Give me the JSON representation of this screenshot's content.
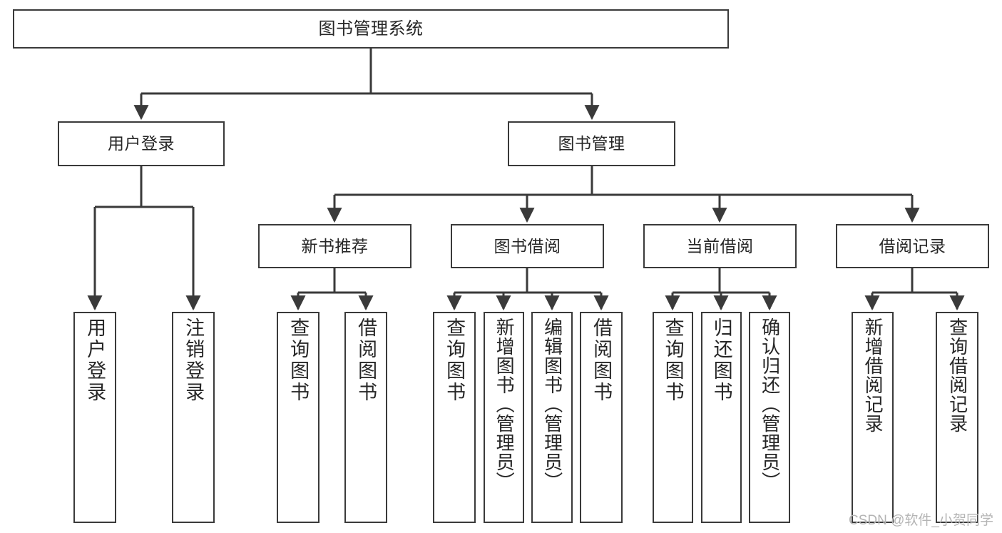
{
  "diagram": {
    "title": "图书管理系统",
    "type": "tree-hierarchy-diagram",
    "watermark": "CSDN @软件_小贺同学",
    "colors": {
      "box_border": "#3a3a3a",
      "box_fill": "#ffffff",
      "edge": "#3a3a3a",
      "text": "#262626",
      "watermark": "#b4b4b4",
      "background": "#ffffff"
    },
    "nodes": {
      "root": {
        "label": "图书管理系统"
      },
      "level2": [
        {
          "label": "用户登录"
        },
        {
          "label": "图书管理"
        }
      ],
      "level3": [
        {
          "label": "新书推荐"
        },
        {
          "label": "图书借阅"
        },
        {
          "label": "当前借阅"
        },
        {
          "label": "借阅记录"
        }
      ],
      "leaves": {
        "user_login": [
          {
            "label": "用户登录"
          },
          {
            "label": "注销登录"
          }
        ],
        "new_book_recommend": [
          {
            "label": "查询图书"
          },
          {
            "label": "借阅图书"
          }
        ],
        "book_borrow": [
          {
            "label": "查询图书"
          },
          {
            "label": "新增图书（管理员）"
          },
          {
            "label": "编辑图书（管理员）"
          },
          {
            "label": "借阅图书"
          }
        ],
        "current_borrow": [
          {
            "label": "查询图书"
          },
          {
            "label": "归还图书"
          },
          {
            "label": "确认归还（管理员）"
          }
        ],
        "borrow_record": [
          {
            "label": "新增借阅记录"
          },
          {
            "label": "查询借阅记录"
          }
        ]
      }
    }
  }
}
